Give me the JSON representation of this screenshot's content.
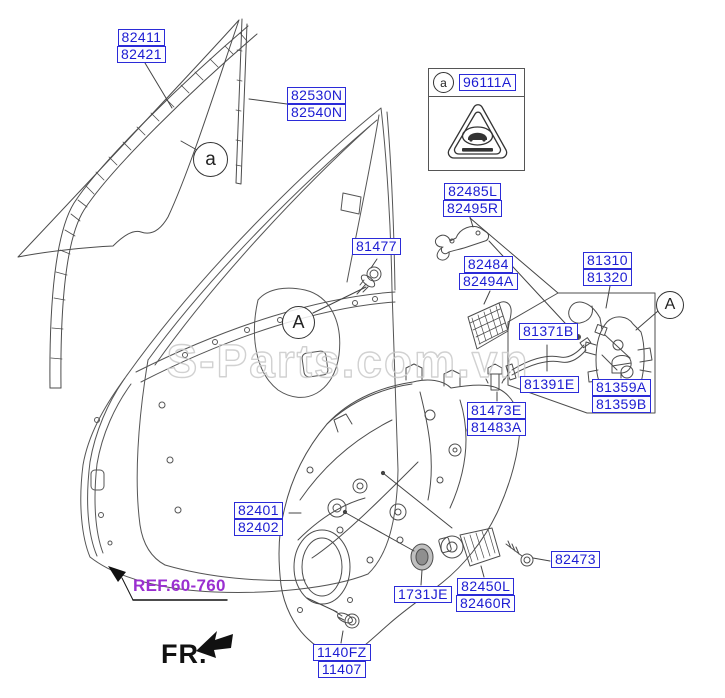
{
  "watermark": {
    "text": "S-Parts.com.vn"
  },
  "colors": {
    "label_blue": "#1b1bd2",
    "label_border": "#2b2bd8",
    "ref_purple": "#9a2fd0",
    "line_art": "#4d4d4d",
    "watermark_gray": "#c9c9c9"
  },
  "fr": {
    "label": "FR."
  },
  "ref": {
    "label": "REF.60-760"
  },
  "security_box": {
    "part_no": "96111A"
  },
  "markers": {
    "glass": "a",
    "security": "a",
    "door": "A",
    "latch": "A"
  },
  "labels": {
    "l82411": {
      "lines": [
        "82411",
        "82421"
      ]
    },
    "l82530": {
      "lines": [
        "82530N",
        "82540N"
      ]
    },
    "l82485": {
      "lines": [
        "82485L",
        "82495R"
      ]
    },
    "l81477": {
      "lines": [
        "81477"
      ]
    },
    "l82484": {
      "lines": [
        "82484",
        "82494A"
      ]
    },
    "l81310": {
      "lines": [
        "81310",
        "81320"
      ]
    },
    "l81371": {
      "lines": [
        "81371B"
      ]
    },
    "l81391": {
      "lines": [
        "81391E"
      ]
    },
    "l81359": {
      "lines": [
        "81359A",
        "81359B"
      ]
    },
    "l81473": {
      "lines": [
        "81473E",
        "81483A"
      ]
    },
    "l82401": {
      "lines": [
        "82401",
        "82402"
      ]
    },
    "l82473": {
      "lines": [
        "82473"
      ]
    },
    "l82450": {
      "lines": [
        "82450L",
        "82460R"
      ]
    },
    "l1731": {
      "lines": [
        "1731JE"
      ]
    },
    "l1140": {
      "lines": [
        "1140FZ",
        "11407"
      ]
    }
  }
}
